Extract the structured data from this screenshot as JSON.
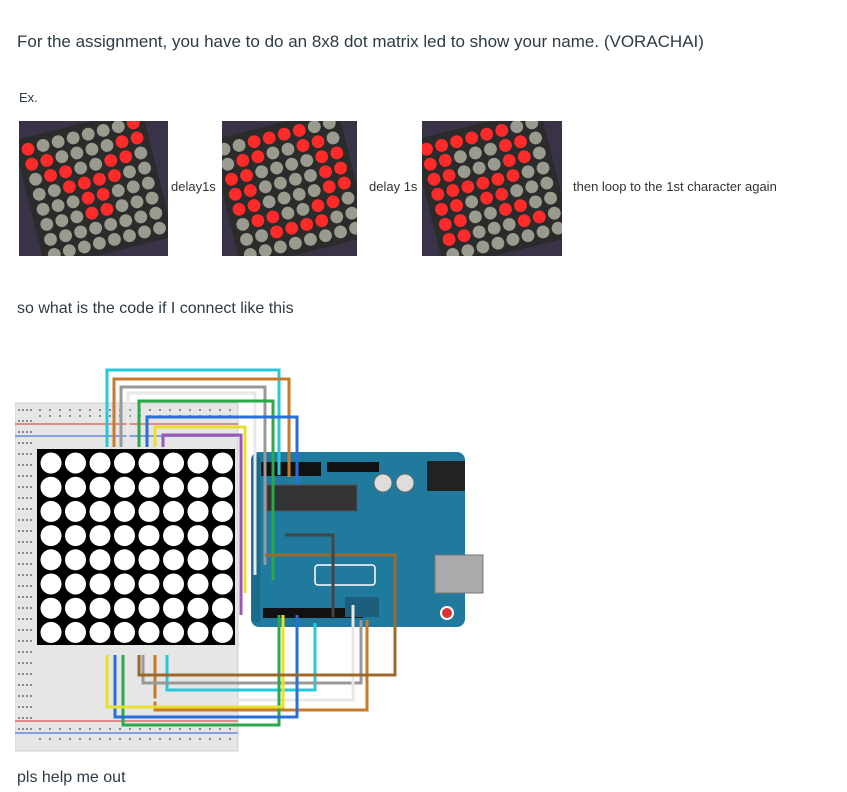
{
  "post": {
    "intro": "For the assignment, you have to do an 8x8 dot matrix led to show your name. (VORACHAI)",
    "example_label": "Ex.",
    "delay_1": "delay1s",
    "delay_2": "delay 1s",
    "loop_note": "then loop to the 1st character again",
    "question": "so what is the code if I connect like this",
    "closing": "pls help me out"
  },
  "colors": {
    "text": "#2d3b45",
    "led_on": "#ff2a2a",
    "led_off": "#9a9a8e",
    "matrix_body": "#000000",
    "arduino_board": "#1f7a9e"
  },
  "photos": [
    {
      "lit": [
        "10000001",
        "11000011",
        "01100110",
        "00111100",
        "00011000",
        "00011000",
        "00000000",
        "00000000"
      ]
    },
    {
      "lit": [
        "00111100",
        "01100110",
        "11000011",
        "11000011",
        "11000011",
        "01100110",
        "00111100",
        "00000000"
      ]
    },
    {
      "lit": [
        "11111100",
        "11000110",
        "11000110",
        "11111100",
        "11011000",
        "11001100",
        "11000110",
        "00000000"
      ]
    }
  ]
}
